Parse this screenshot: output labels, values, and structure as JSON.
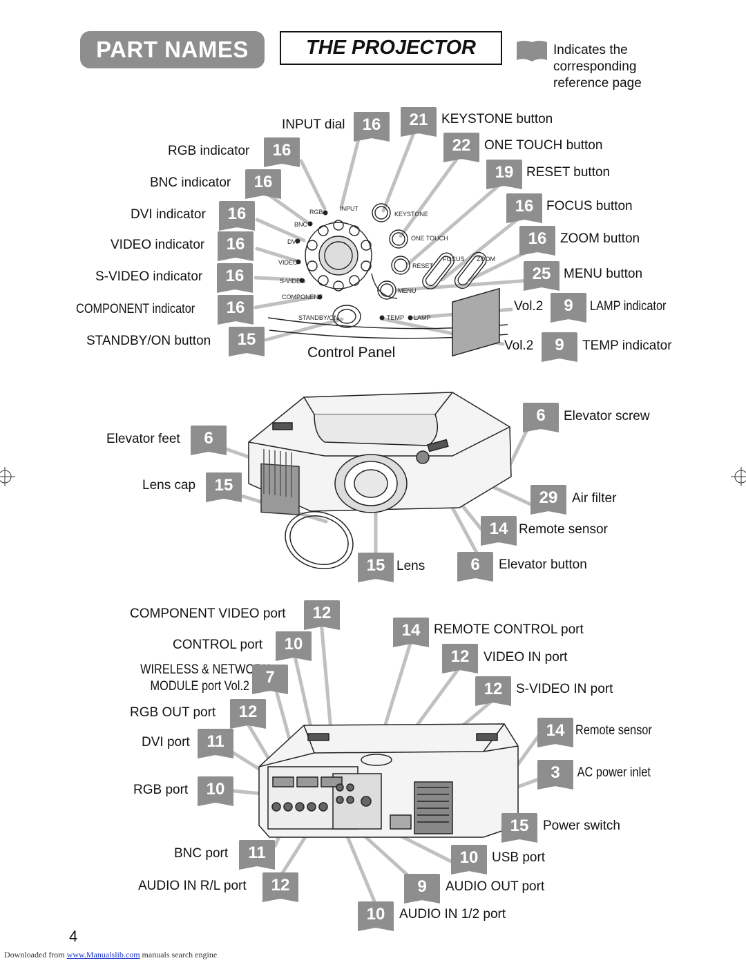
{
  "header": {
    "section_title": "PART NAMES",
    "subtitle": "THE PROJECTOR",
    "legend_text": "Indicates the corresponding reference page"
  },
  "control_panel": {
    "caption": "Control Panel",
    "panel_text": {
      "rgb": "RGB",
      "input": "INPUT",
      "keystone": "KEYSTONE",
      "bnc": "BNC",
      "one_touch": "ONE TOUCH",
      "dvi": "DVI",
      "focus": "FOCUS",
      "zoom": "ZOOM",
      "video": "VIDEO",
      "reset": "RESET",
      "svideo": "S-VIDEO",
      "menu": "MENU",
      "component": "COMPONENT",
      "standby": "STANDBY/ON",
      "temp": "TEMP",
      "lamp": "LAMP"
    },
    "left": [
      {
        "label": "INPUT dial",
        "page": "16"
      },
      {
        "label": "RGB indicator",
        "page": "16"
      },
      {
        "label": "BNC indicator",
        "page": "16"
      },
      {
        "label": "DVI indicator",
        "page": "16"
      },
      {
        "label": "VIDEO indicator",
        "page": "16"
      },
      {
        "label": "S-VIDEO indicator",
        "page": "16"
      },
      {
        "label": "COMPONENT indicator",
        "page": "16"
      },
      {
        "label": "STANDBY/ON button",
        "page": "15"
      }
    ],
    "right": [
      {
        "label": "KEYSTONE button",
        "page": "21"
      },
      {
        "label": "ONE TOUCH button",
        "page": "22"
      },
      {
        "label": "RESET button",
        "page": "19"
      },
      {
        "label": "FOCUS button",
        "page": "16"
      },
      {
        "label": "ZOOM button",
        "page": "16"
      },
      {
        "label": "MENU button",
        "page": "25"
      },
      {
        "label": "LAMP indicator",
        "page": "9",
        "vol": "Vol.2"
      },
      {
        "label": "TEMP indicator",
        "page": "9",
        "vol": "Vol.2"
      }
    ]
  },
  "front": {
    "left": [
      {
        "label": "Elevator feet",
        "page": "6"
      },
      {
        "label": "Lens cap",
        "page": "15"
      }
    ],
    "right": [
      {
        "label": "Elevator screw",
        "page": "6"
      },
      {
        "label": "Air filter",
        "page": "29"
      },
      {
        "label": "Remote sensor",
        "page": "14"
      },
      {
        "label": "Elevator button",
        "page": "6"
      }
    ],
    "lens": {
      "label": "Lens",
      "page": "15"
    }
  },
  "rear": {
    "left": [
      {
        "label": "COMPONENT VIDEO port",
        "page": "12"
      },
      {
        "label": "CONTROL port",
        "page": "10"
      },
      {
        "label_line1": "WIRELESS & NETWORK",
        "label_line2": "MODULE port  Vol.2",
        "page": "7"
      },
      {
        "label": "RGB OUT port",
        "page": "12"
      },
      {
        "label": "DVI port",
        "page": "11"
      },
      {
        "label": "RGB port",
        "page": "10"
      },
      {
        "label": "BNC port",
        "page": "11"
      },
      {
        "label": "AUDIO IN R/L port",
        "page": "12"
      }
    ],
    "right": [
      {
        "label": "REMOTE CONTROL port",
        "page": "14"
      },
      {
        "label": "VIDEO IN port",
        "page": "12"
      },
      {
        "label": "S-VIDEO IN port",
        "page": "12"
      },
      {
        "label": "Remote sensor",
        "page": "14"
      },
      {
        "label": "AC power inlet",
        "page": "3"
      },
      {
        "label": "Power switch",
        "page": "15"
      },
      {
        "label": "USB port",
        "page": "10"
      },
      {
        "label": "AUDIO OUT port",
        "page": "9"
      },
      {
        "label": "AUDIO IN 1/2 port",
        "page": "10"
      }
    ]
  },
  "page_number": "4",
  "footer": {
    "prefix": "Downloaded from ",
    "link": "www.Manualslib.com",
    "suffix": " manuals search engine"
  },
  "colors": {
    "badge": "#8e8e8e",
    "line": "#b9b9b9",
    "link": "#1a35c8"
  }
}
